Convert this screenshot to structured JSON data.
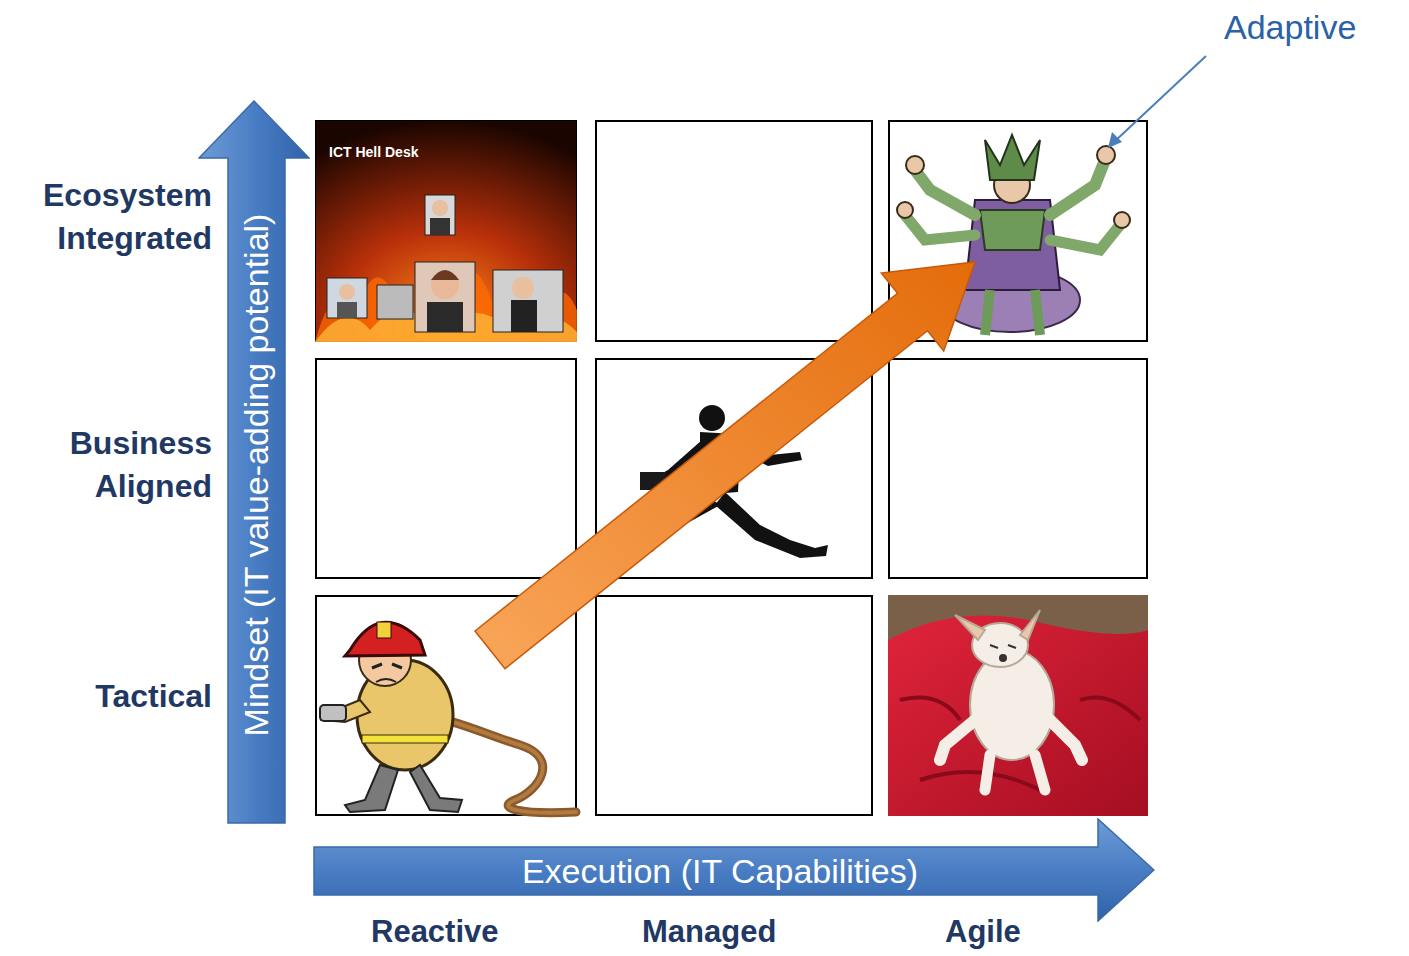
{
  "diagram": {
    "nodes": [
      {
        "text": [
          "Mindset (IT value-adding potential)"
        ]
      },
      {
        "text": [
          "ICT Hell Desk"
        ]
      },
      {
        "text": [
          "Execution (IT Capabilities)"
        ]
      }
    ],
    "labels": [
      "Adaptive",
      "Ecosystem Integrated",
      "Business Aligned",
      "Tactical",
      "Reactive",
      "Managed",
      "Agile"
    ]
  }
}
